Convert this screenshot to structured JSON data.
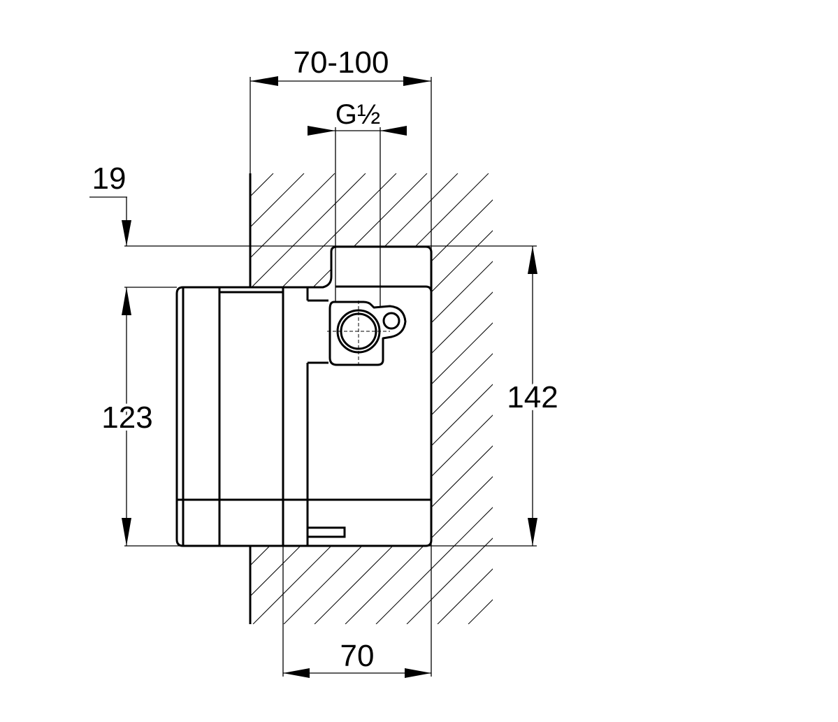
{
  "drawing": {
    "dimensions": {
      "mount_depth_range": "70-100",
      "thread_size": "G½",
      "cover_offset": "19",
      "front_height": "123",
      "body_height": "142",
      "body_depth": "70"
    },
    "colors": {
      "line": "#000000",
      "background": "#ffffff"
    }
  }
}
